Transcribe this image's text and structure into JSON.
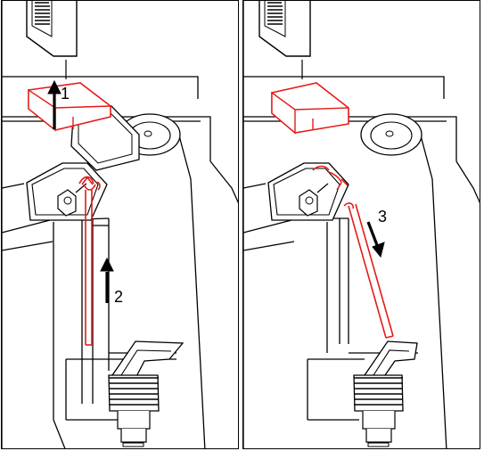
{
  "figure": {
    "panels": [
      {
        "steps": [
          {
            "number": "1"
          },
          {
            "number": "2"
          }
        ]
      },
      {
        "steps": [
          {
            "number": "3"
          }
        ]
      }
    ]
  },
  "colors": {
    "line": "#000000",
    "highlight": "#e41b17"
  }
}
